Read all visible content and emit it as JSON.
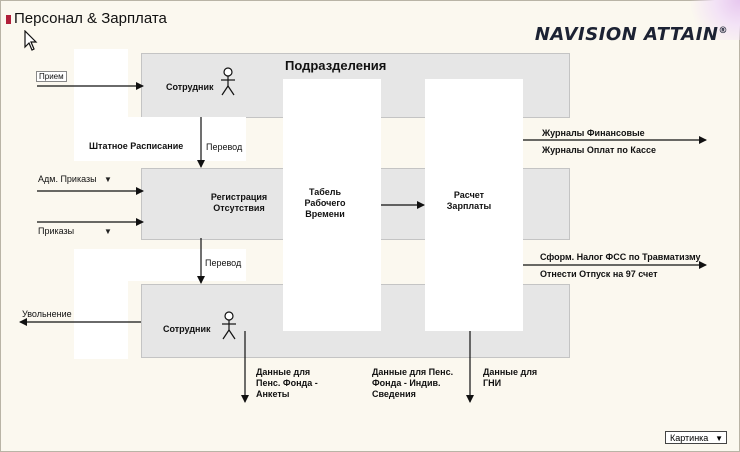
{
  "title": "Персонал & Зарплата",
  "logo": "NAVISION ATTAIN",
  "logo_mark": "®",
  "heading": "Подразделения",
  "inputs": {
    "hire": "Прием",
    "admin_orders": "Адм. Приказы",
    "orders": "Приказы",
    "dismissal": "Увольнение"
  },
  "nodes": {
    "employee_top": "Сотрудник",
    "employee_bottom": "Сотрудник",
    "staffing": "Штатное Расписание",
    "transfer_top": "Перевод",
    "transfer_bottom": "Перевод",
    "absence": "Регистрация Отсутствия",
    "timesheet": "Табель Рабочего Времени",
    "payroll": "Расчет Зарплаты"
  },
  "outputs": {
    "journals_fin": "Журналы Финансовые",
    "journals_cash": "Журналы Оплат по Кассе",
    "fss_tax": "Сформ. Налог ФСС по Травматизму",
    "vacation": "Отнести Отпуск на 97 счет",
    "pension_forms": "Данные для Пенс. Фонда - Анкеты",
    "pension_individual": "Данные для Пенс. Фонда - Индив. Сведения",
    "gni": "Данные для ГНИ"
  },
  "view_select": "Картинка",
  "icons": {
    "cursor": "arrow-cursor-icon",
    "actor": "stick-figure-icon",
    "dropdown": "triangle-down-icon"
  },
  "colors": {
    "accent": "#b0203a",
    "panel": "#e6e6e6",
    "background": "#fbf8ef"
  }
}
